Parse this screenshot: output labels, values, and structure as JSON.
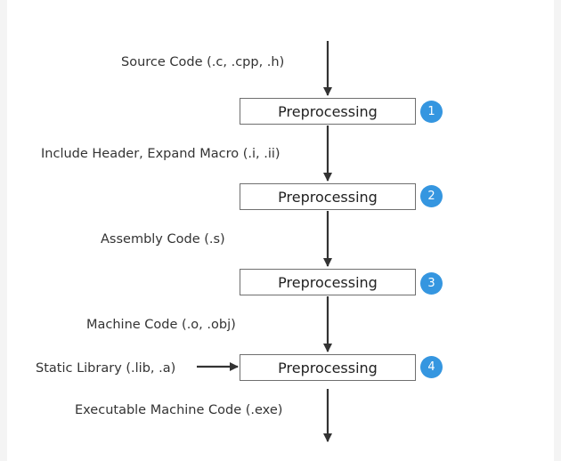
{
  "labels": {
    "source": "Source Code  (.c, .cpp, .h)",
    "preprocessed": "Include Header, Expand Macro  (.i, .ii)",
    "assembly": "Assembly Code  (.s)",
    "machine": "Machine Code  (.o, .obj)",
    "static_lib": "Static Library  (.lib, .a)",
    "executable": "Executable Machine Code  (.exe)"
  },
  "stages": [
    {
      "label": "Preprocessing",
      "badge": "1"
    },
    {
      "label": "Preprocessing",
      "badge": "2"
    },
    {
      "label": "Preprocessing",
      "badge": "3"
    },
    {
      "label": "Preprocessing",
      "badge": "4"
    }
  ],
  "colors": {
    "badge": "#3596e0",
    "arrow": "#333333",
    "box_border": "#6f6f6f"
  }
}
